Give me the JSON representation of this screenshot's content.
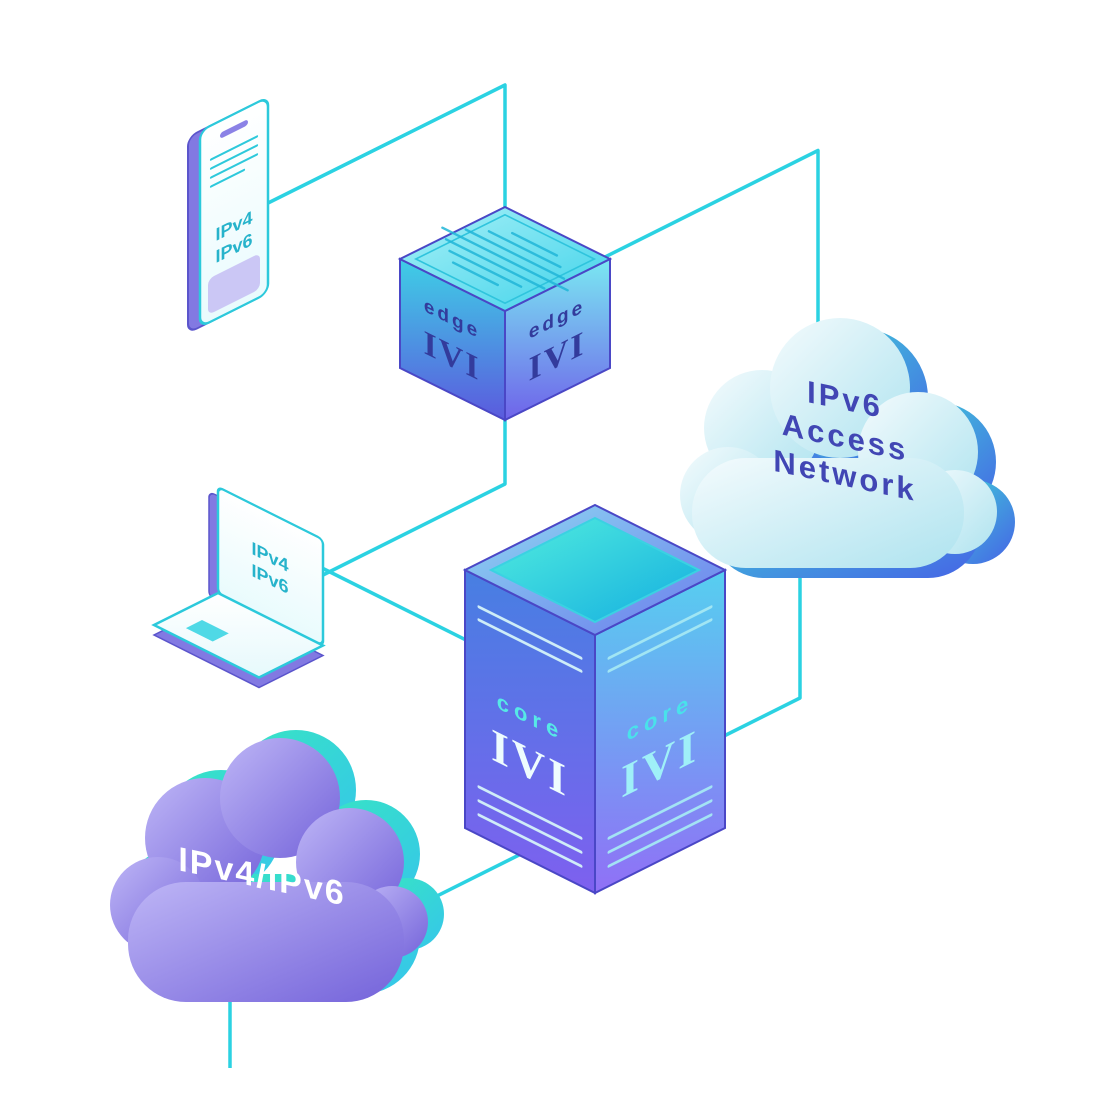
{
  "title": "IVI IPv4/IPv6 transition network diagram",
  "colors": {
    "connection_line": "#2bd2e2",
    "device_outline_teal": "#2cc9db",
    "box_edge_indigo": "#4a47c6",
    "purple_side": "#8279e2",
    "indigo_text": "#333b9c",
    "cloud_text_indigo": "#4146b4",
    "white_text": "#ffffff",
    "teal_accent": "#35dfc9"
  },
  "devices": {
    "phone": {
      "name": "dual-stack smartphone",
      "label": [
        "IPv4",
        "IPv6"
      ]
    },
    "laptop": {
      "name": "dual-stack laptop",
      "label": [
        "IPv4",
        "IPv6"
      ]
    },
    "edge_router": {
      "role": "edge",
      "logo": "IVI"
    },
    "core_router": {
      "role": "core",
      "logo": "IVI"
    },
    "access_cloud": {
      "label": [
        "IPv6",
        "Access",
        "Network"
      ]
    },
    "backbone_cloud": {
      "label": "IPv4/IPv6"
    }
  }
}
